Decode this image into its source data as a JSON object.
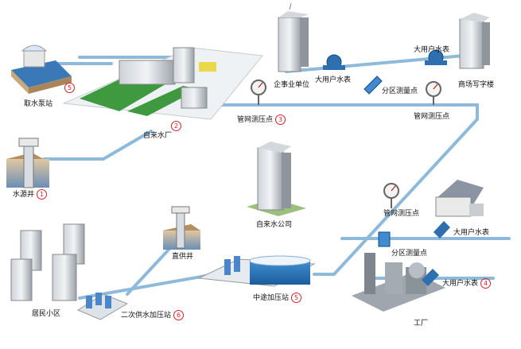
{
  "labels": {
    "intake_pump_station": "取水泵站",
    "water_plant": "自来水厂",
    "well_source": "水源井",
    "enterprise": "企事业单位",
    "big_user_meter_1": "大用户水表",
    "zone_meter_1": "分区测量点",
    "big_user_meter_2": "大用户水表",
    "commercial_building": "商场写字楼",
    "pressure_point_1": "管网测压点",
    "pressure_point_2": "管网测压点",
    "water_company": "自来水公司",
    "pressure_point_3": "管网测压点",
    "big_user_meter_3": "大用户水表",
    "zone_meter_2": "分区测量点",
    "direct_well": "直供井",
    "residential": "居民小区",
    "secondary_pump": "二次供水加压站",
    "relay_pump": "中途加压站",
    "big_user_meter_4": "大用户水表",
    "factory": "工厂"
  },
  "numbers": {
    "intake": "5",
    "plant": "2",
    "well": "1",
    "pressure": "3",
    "secondary": "6",
    "relay": "5",
    "factory_meter": "4"
  },
  "colors": {
    "pipe": "#a9cde6",
    "pipe_edge": "#7fb0d4",
    "marker": "#d2232a"
  }
}
